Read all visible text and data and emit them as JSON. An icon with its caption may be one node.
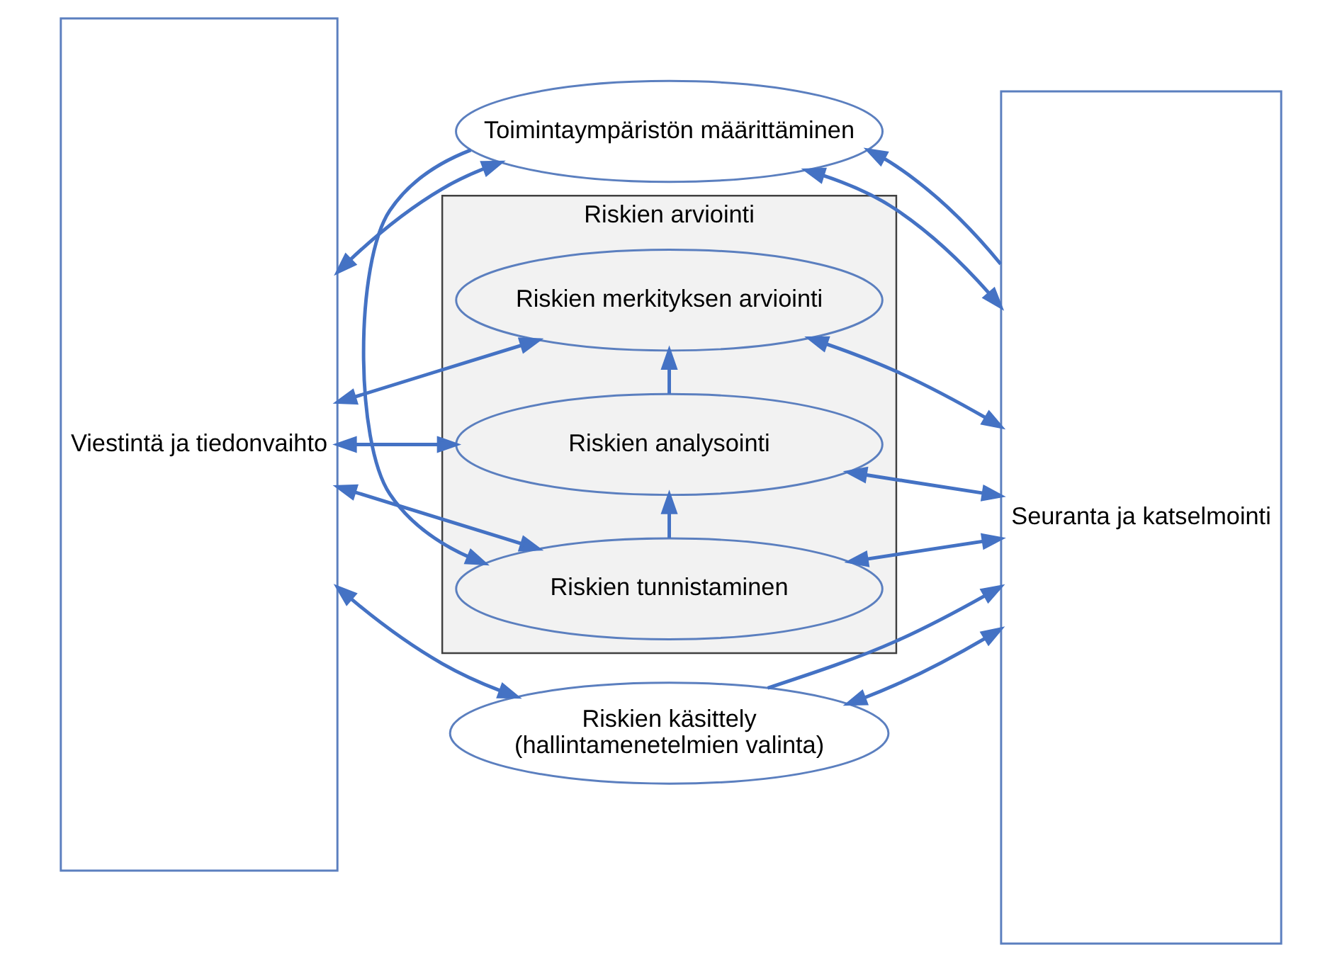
{
  "diagram": {
    "nodes": [
      {
        "text": [
          "Viestintä ja tiedonvaihto"
        ]
      },
      {
        "text": [
          "Toimintaympäristön määrittäminen"
        ]
      },
      {
        "text": [
          "Riskien arviointi"
        ]
      },
      {
        "text": [
          "Riskien tunnistaminen"
        ],
        "in": 2
      },
      {
        "text": [
          "Riskien analysointi"
        ],
        "in": 2
      },
      {
        "text": [
          "Riskien merkityksen arviointi"
        ],
        "in": 2
      },
      {
        "text": [
          "Riskien käsittely",
          "(hallintamenetelmien valinta)"
        ]
      },
      {
        "text": [
          "Seuranta ja katselmointi"
        ]
      }
    ],
    "edges": [
      {
        "from": 0,
        "to": 1,
        "arrow": "both"
      },
      {
        "from": 1,
        "to": 7,
        "arrow": "both"
      },
      {
        "from": 1,
        "to": 3,
        "arrow": "to"
      },
      {
        "from": 0,
        "to": 3,
        "arrow": "both"
      },
      {
        "from": 3,
        "to": 7,
        "arrow": "both"
      },
      {
        "from": 3,
        "to": 4,
        "arrow": "to"
      },
      {
        "from": 0,
        "to": 4,
        "arrow": "both"
      },
      {
        "from": 4,
        "to": 7,
        "arrow": "both"
      },
      {
        "from": 4,
        "to": 5,
        "arrow": "to"
      },
      {
        "from": 0,
        "to": 5,
        "arrow": "both"
      },
      {
        "from": 5,
        "to": 7,
        "arrow": "both"
      },
      {
        "from": 0,
        "to": 6,
        "arrow": "both"
      },
      {
        "from": 6,
        "to": 7,
        "arrow": "both"
      },
      {
        "from": 6,
        "to": 7,
        "arrow": "to"
      },
      {
        "from": 7,
        "to": 1,
        "arrow": "to"
      }
    ]
  }
}
